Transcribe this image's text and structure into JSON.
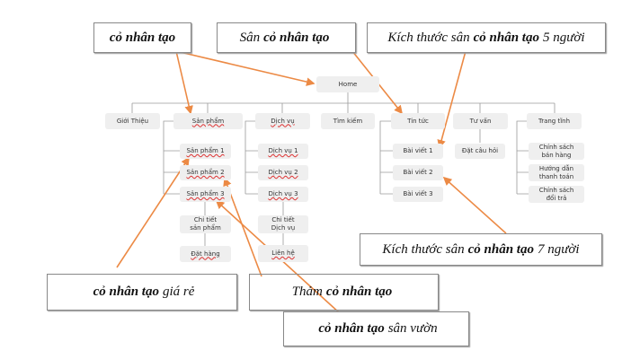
{
  "sitemap": {
    "home": "Home",
    "level1": [
      "Giới Thiệu",
      "Sản phẩm",
      "Dịch vụ",
      "Tìm kiếm",
      "Tin tức",
      "Tư vấn",
      "Trang tĩnh"
    ],
    "san_pham_children": [
      "Sản phẩm 1",
      "Sản phẩm 2",
      "Sản phẩm 3"
    ],
    "san_pham_detail": [
      "Chi tiết\nsản phẩm",
      "Đặt hàng"
    ],
    "dich_vu_children": [
      "Dịch vụ 1",
      "Dịch vụ 2",
      "Dịch vụ 3"
    ],
    "dich_vu_detail": [
      "Chi tiết\nDịch vụ",
      "Liên hệ"
    ],
    "tin_tuc_children": [
      "Bài viết 1",
      "Bài viết 2",
      "Bài viết 3"
    ],
    "tu_van_children": [
      "Đặt câu hỏi"
    ],
    "trang_tinh_children": [
      "Chính sách\nbán hàng",
      "Hướng dẫn\nthanh toán",
      "Chính sách\nđổi trả"
    ]
  },
  "keywords": {
    "k1": {
      "pre": "",
      "bold": "cỏ nhân tạo",
      "post": ""
    },
    "k2": {
      "pre": "Sân",
      "bold": "cỏ nhân tạo",
      "post": ""
    },
    "k3": {
      "pre": "Kích thước sân",
      "bold": "cỏ nhân tạo",
      "post": "5 người"
    },
    "k4": {
      "pre": "Kích thước sân",
      "bold": "cỏ nhân tạo",
      "post": "7 người"
    },
    "k5": {
      "pre": "",
      "bold": "cỏ nhân tạo",
      "post": "giá rẻ"
    },
    "k6": {
      "pre": "Thảm",
      "bold": "cỏ nhân tạo",
      "post": ""
    },
    "k7": {
      "pre": "",
      "bold": "cỏ nhân tạo",
      "post": "sân vườn"
    }
  },
  "colors": {
    "arrow": "#ec8a45",
    "line": "#9a9a9a",
    "node": "#efefef"
  }
}
